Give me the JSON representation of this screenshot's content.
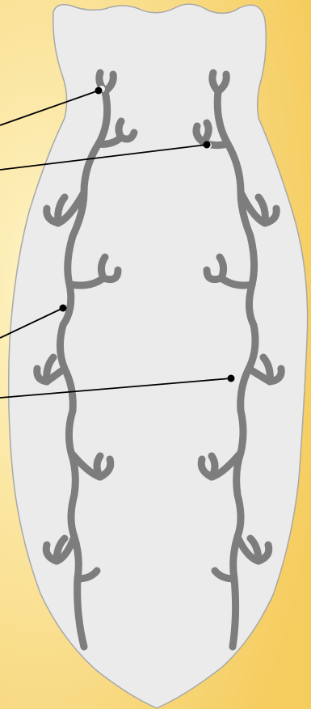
{
  "diagram": {
    "colors": {
      "background_light": "#FEF3C4",
      "background_dark": "#F5CC5E",
      "body_fill": "#EBEBEB",
      "body_outline": "#A8A8A8",
      "canal_color": "#7D7D7D",
      "pointer_color": "#000000"
    },
    "canals": [
      "left-canal",
      "right-canal"
    ],
    "pointers": [
      {
        "name": "pointer-line-1",
        "target": "left-upper-branch-tip"
      },
      {
        "name": "pointer-line-2",
        "target": "right-upper-branch-tip"
      },
      {
        "name": "pointer-line-3",
        "target": "left-canal-trunk"
      },
      {
        "name": "pointer-line-4",
        "target": "right-canal-trunk"
      }
    ]
  }
}
